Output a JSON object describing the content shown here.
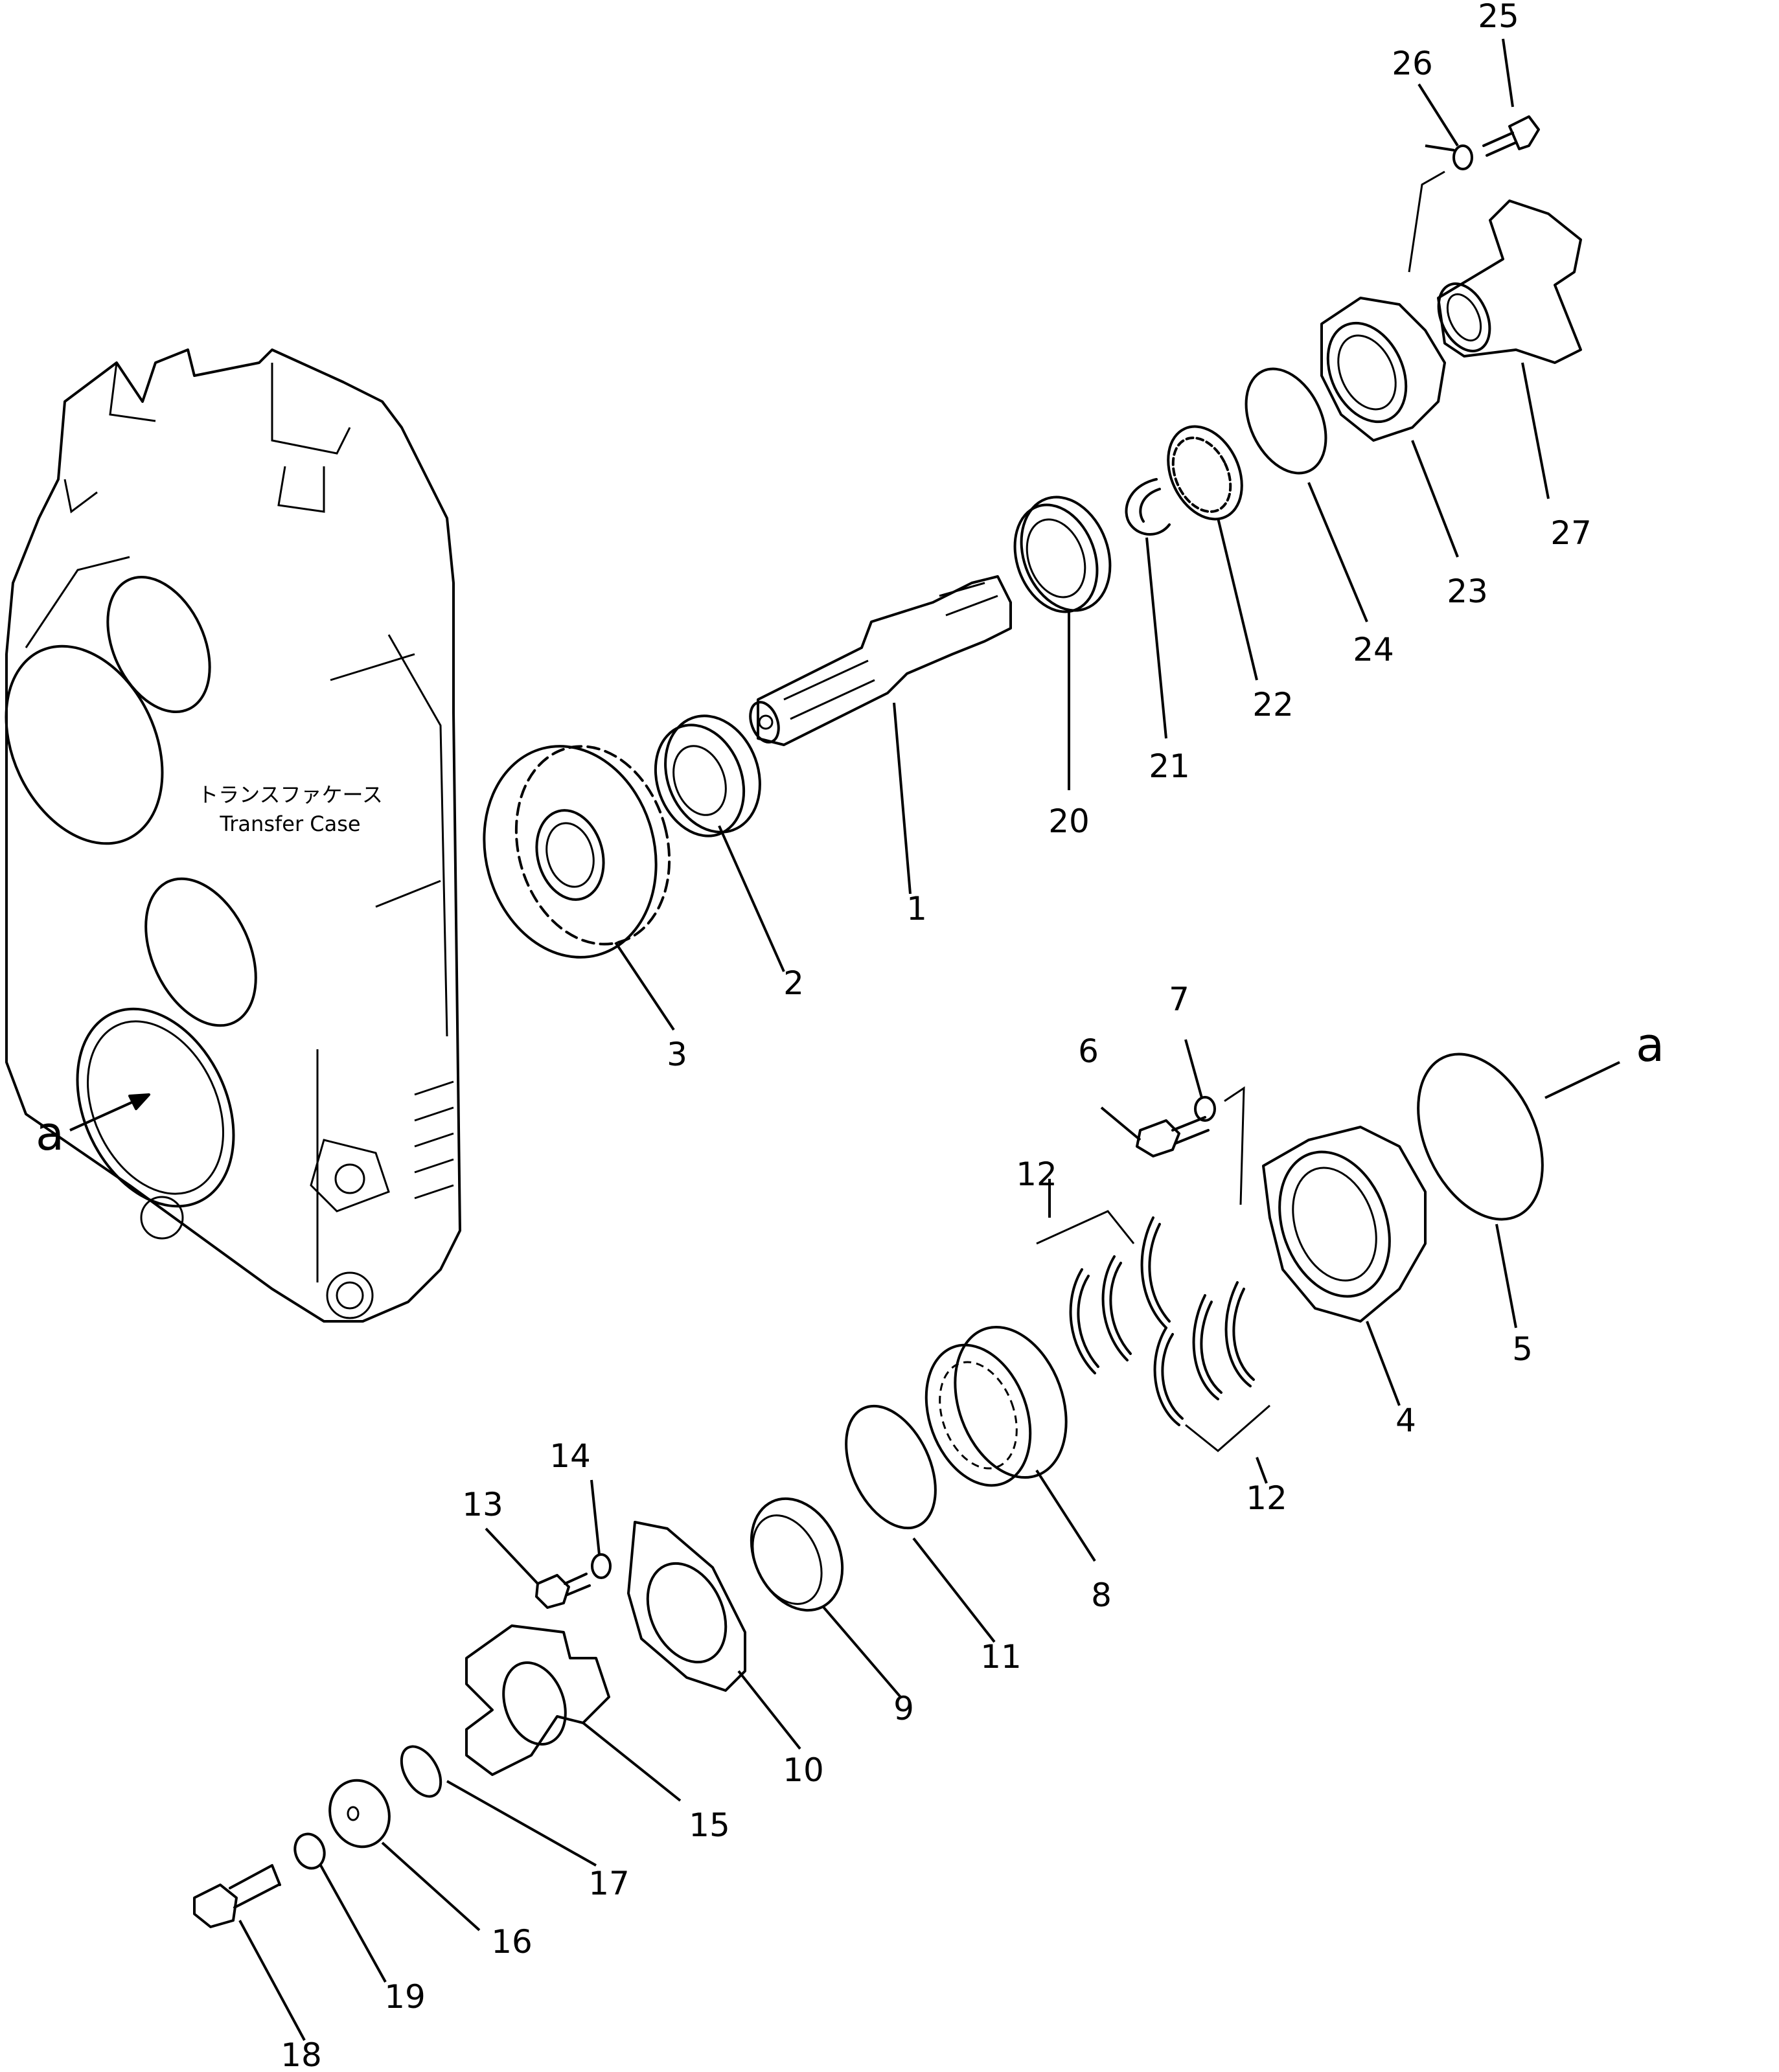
{
  "case_label": {
    "japanese": "トランスファケース",
    "english": "Transfer Case"
  },
  "ref_letter": "a",
  "callouts": {
    "p1": "1",
    "p2": "2",
    "p3": "3",
    "p4": "4",
    "p5": "5",
    "p6": "6",
    "p7": "7",
    "p8": "8",
    "p9": "9",
    "p10": "10",
    "p11": "11",
    "p12a": "12",
    "p12b": "12",
    "p13": "13",
    "p14": "14",
    "p15": "15",
    "p16": "16",
    "p17": "17",
    "p18": "18",
    "p19": "19",
    "p20": "20",
    "p21": "21",
    "p22": "22",
    "p23": "23",
    "p24": "24",
    "p25": "25",
    "p26": "26",
    "p27": "27"
  }
}
